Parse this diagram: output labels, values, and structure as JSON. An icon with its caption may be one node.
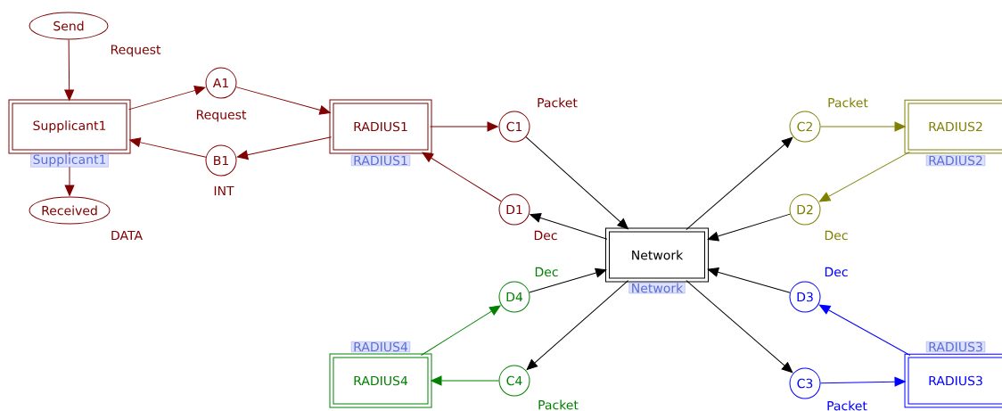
{
  "diagram": {
    "nodes": [
      {
        "text": [
          "Send"
        ],
        "beside": [
          "Request"
        ]
      },
      {
        "text": [
          "Supplicant1"
        ],
        "beside": [
          "Supplicant1"
        ]
      },
      {
        "text": [
          "Received"
        ],
        "beside": [
          "DATA"
        ]
      },
      {
        "text": [
          "A1"
        ],
        "beside": [
          "Request"
        ]
      },
      {
        "text": [
          "B1"
        ],
        "beside": [
          "INT"
        ]
      },
      {
        "text": [
          "RADIUS1"
        ],
        "beside": [
          "RADIUS1"
        ]
      },
      {
        "text": [
          "C1"
        ],
        "beside": [
          "Packet"
        ]
      },
      {
        "text": [
          "D1"
        ],
        "beside": [
          "Dec"
        ]
      },
      {
        "text": [
          "Network"
        ],
        "beside": [
          "Network"
        ]
      },
      {
        "text": [
          "C2"
        ],
        "beside": [
          "Packet"
        ]
      },
      {
        "text": [
          "RADIUS2"
        ],
        "beside": [
          "RADIUS2"
        ]
      },
      {
        "text": [
          "D2"
        ],
        "beside": [
          "Dec"
        ]
      },
      {
        "text": [
          "D4"
        ],
        "beside": [
          "Dec"
        ]
      },
      {
        "text": [
          "RADIUS4"
        ],
        "beside": [
          "RADIUS4"
        ]
      },
      {
        "text": [
          "C4"
        ],
        "beside": [
          "Packet"
        ]
      },
      {
        "text": [
          "D3"
        ],
        "beside": [
          "Dec"
        ]
      },
      {
        "text": [
          "C3"
        ],
        "beside": [
          "Packet"
        ]
      },
      {
        "text": [
          "RADIUS3"
        ],
        "beside": [
          "RADIUS3"
        ]
      }
    ],
    "edges": [
      {
        "from": 0,
        "to": 1,
        "arrow": "to",
        "color": "#800000"
      },
      {
        "from": 1,
        "to": 2,
        "arrow": "to",
        "color": "#800000"
      },
      {
        "from": 1,
        "to": 3,
        "arrow": "to",
        "color": "#800000"
      },
      {
        "from": 3,
        "to": 5,
        "arrow": "to",
        "color": "#800000"
      },
      {
        "from": 5,
        "to": 4,
        "arrow": "to",
        "color": "#800000"
      },
      {
        "from": 4,
        "to": 1,
        "arrow": "to",
        "color": "#800000"
      },
      {
        "from": 5,
        "to": 6,
        "arrow": "to",
        "color": "#800000"
      },
      {
        "from": 7,
        "to": 5,
        "arrow": "to",
        "color": "#800000"
      },
      {
        "from": 6,
        "to": 8,
        "arrow": "to",
        "color": "#000000"
      },
      {
        "from": 8,
        "to": 7,
        "arrow": "to",
        "color": "#000000"
      },
      {
        "from": 8,
        "to": 9,
        "arrow": "to",
        "color": "#000000"
      },
      {
        "from": 9,
        "to": 10,
        "arrow": "to",
        "color": "#808000"
      },
      {
        "from": 10,
        "to": 11,
        "arrow": "to",
        "color": "#808000"
      },
      {
        "from": 11,
        "to": 8,
        "arrow": "to",
        "color": "#000000"
      },
      {
        "from": 13,
        "to": 12,
        "arrow": "to",
        "color": "#008000"
      },
      {
        "from": 12,
        "to": 8,
        "arrow": "to",
        "color": "#000000"
      },
      {
        "from": 8,
        "to": 14,
        "arrow": "to",
        "color": "#000000"
      },
      {
        "from": 14,
        "to": 13,
        "arrow": "to",
        "color": "#008000"
      },
      {
        "from": 15,
        "to": 8,
        "arrow": "to",
        "color": "#000000"
      },
      {
        "from": 8,
        "to": 16,
        "arrow": "to",
        "color": "#000000"
      },
      {
        "from": 16,
        "to": 17,
        "arrow": "to",
        "color": "#0000ff"
      },
      {
        "from": 17,
        "to": 15,
        "arrow": "to",
        "color": "#0000ff"
      }
    ]
  }
}
